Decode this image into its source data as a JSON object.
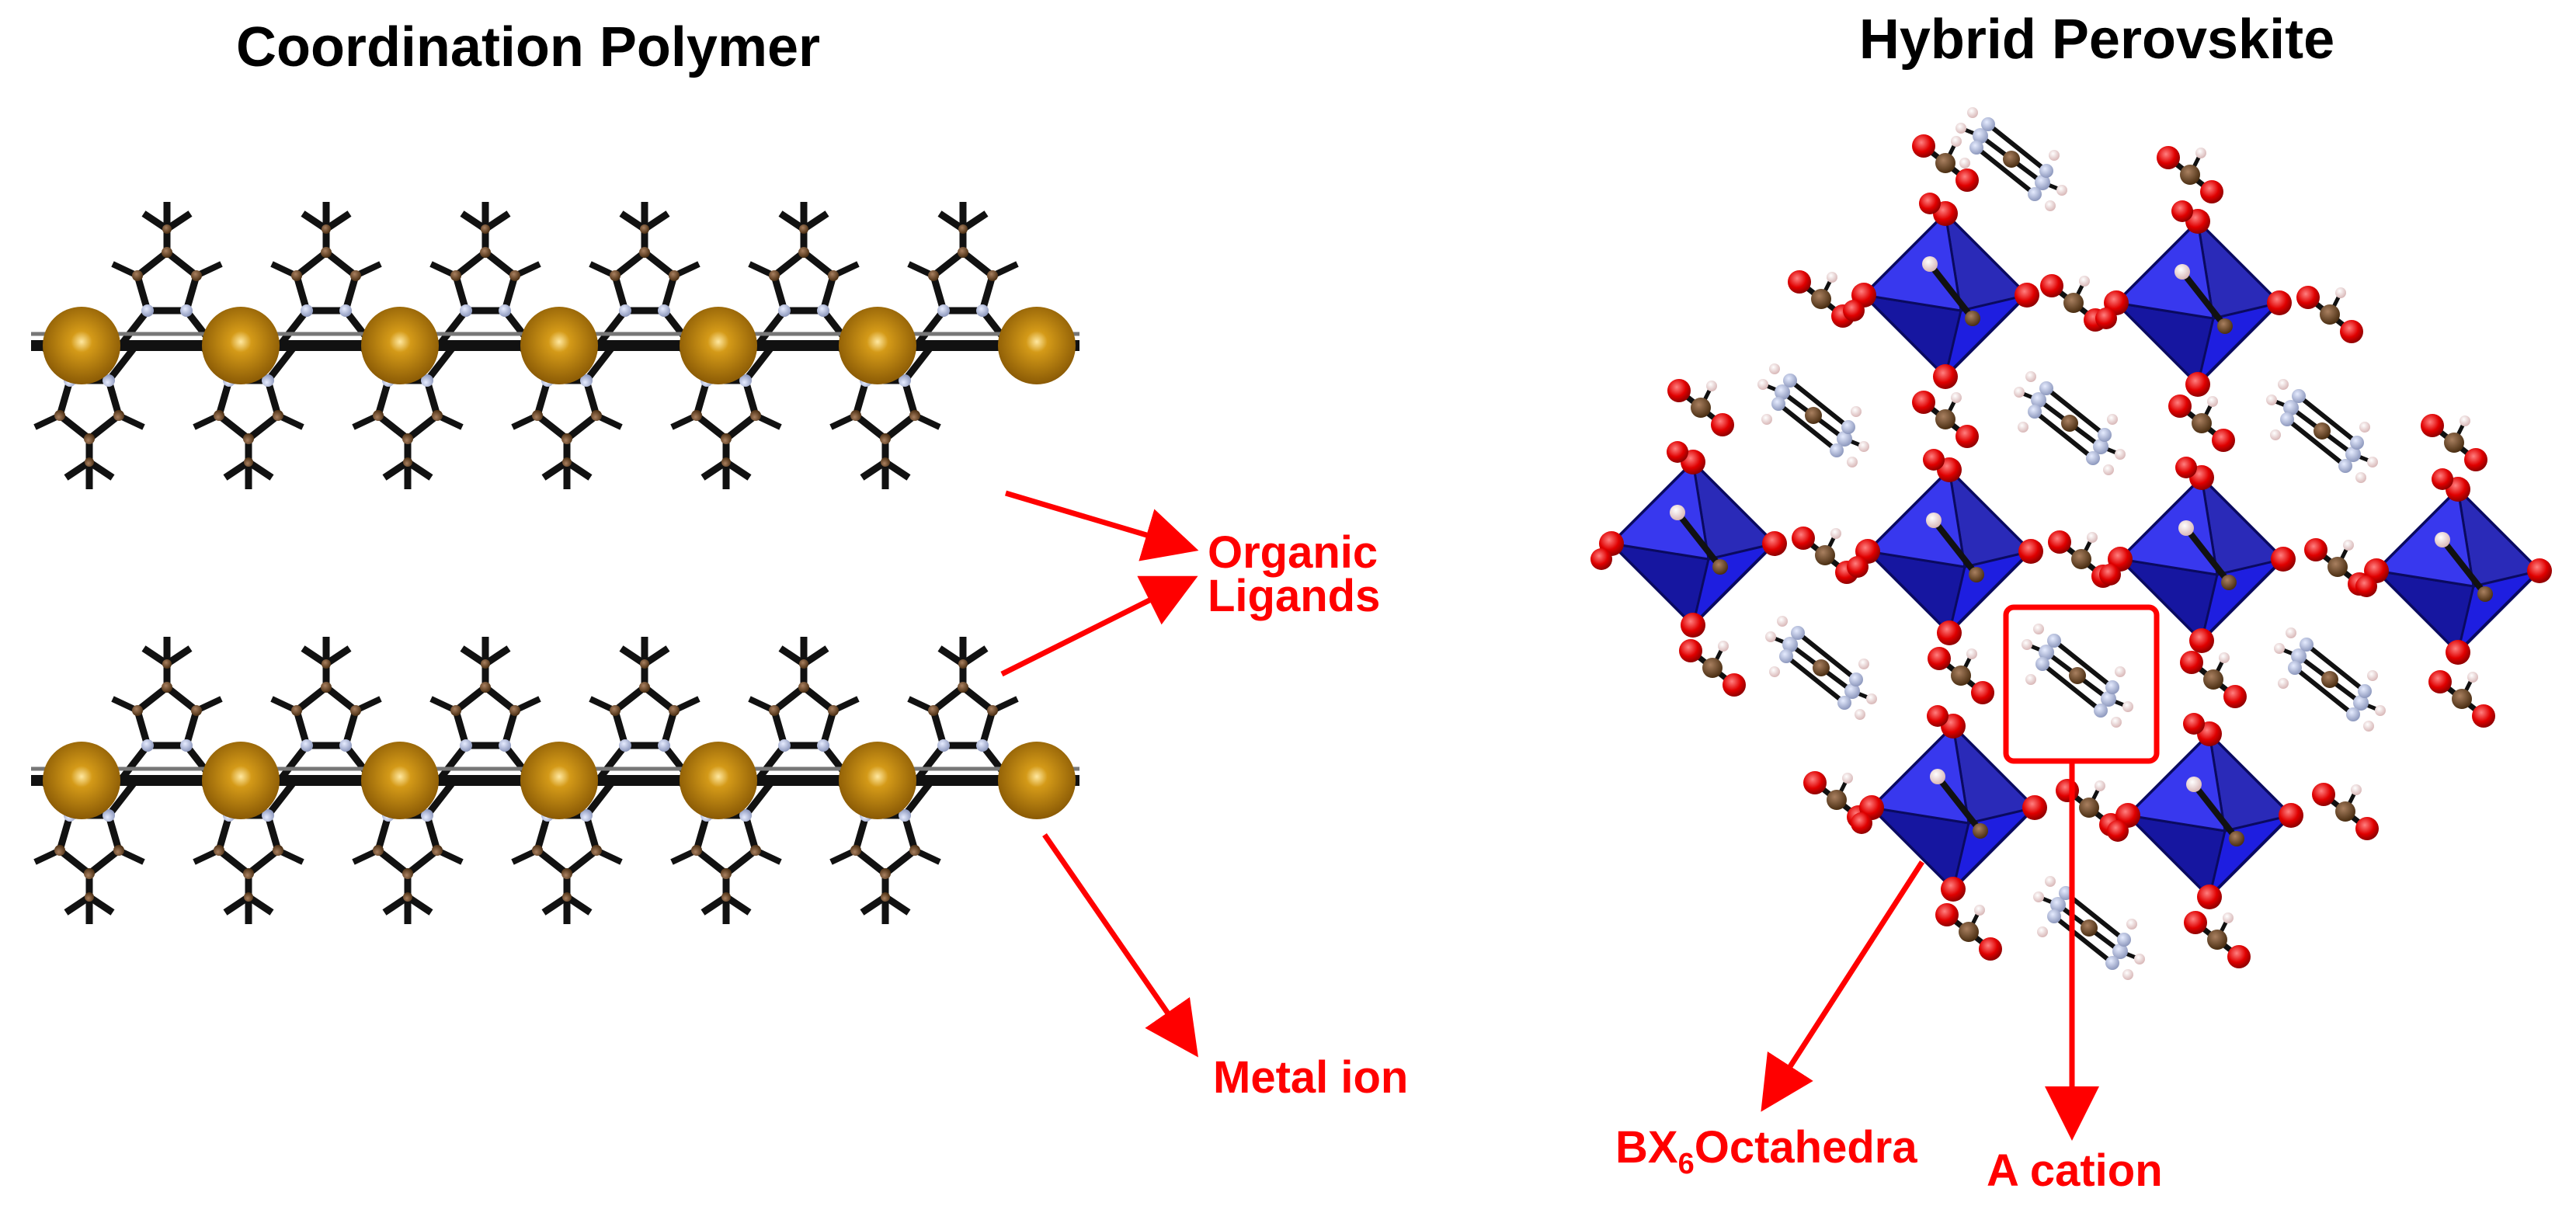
{
  "left_panel": {
    "title": "Coordination Polymer",
    "labels": {
      "organic_line1": "Organic",
      "organic_line2": "Ligands",
      "metal": "Metal ion"
    }
  },
  "right_panel": {
    "title": "Hybrid Perovskite",
    "labels": {
      "bx_main": "BX",
      "bx_sub": "6",
      "bx_rest": "Octahedra",
      "a_cation": "A cation"
    }
  },
  "colors": {
    "metal": "#b8860b",
    "octahedron": "#1a1ad8",
    "oxygen": "#e00000",
    "carbon": "#5a3a1a",
    "nitrogen": "#a9b4d6",
    "hydrogen": "#f0d6d6",
    "annotation": "#ff0000"
  }
}
